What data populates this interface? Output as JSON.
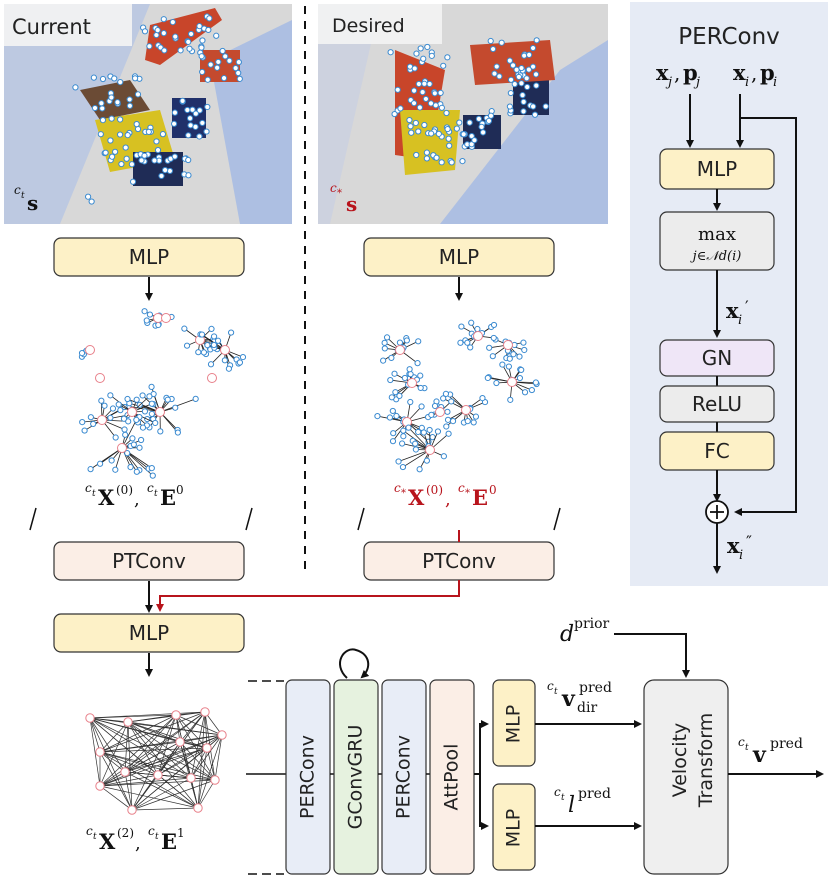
{
  "panels": {
    "current_label": "Current",
    "desired_label": "Desired",
    "current_state_base": "s",
    "current_state_sup": "c",
    "current_state_sub": "t",
    "desired_state_base": "s",
    "desired_state_sup": "c",
    "desired_state_sub": "*"
  },
  "blocks": {
    "mlp": "MLP",
    "ptconv": "PTConv",
    "perconv": "PERConv",
    "gconvgru": "GConvGRU",
    "attpool": "AttPool",
    "gn": "GN",
    "relu": "ReLU",
    "fc": "FC",
    "velocity_line1": "Velocity",
    "velocity_line2": "Transform",
    "max_top": "max",
    "max_bottom": "j∈𝒩d(i)"
  },
  "perconv_panel": {
    "title": "PERConv",
    "input_j": "xj, pj",
    "input_i": "xi, pi",
    "out_prime": "xi′",
    "out_dprime": "xi″"
  },
  "labels": {
    "current_graph": "ctX(0), ctE0",
    "desired_graph": "c*X(0), c*E0",
    "graph2": "ctX(2), ctE1",
    "d_prior": "dprior",
    "v_dir": "ctvdirpred",
    "l_pred": "ctlpred",
    "v_pred": "ctvpred"
  },
  "colors": {
    "mlp_fill": "#fdf1c7",
    "ptconv_fill": "#fbeee6",
    "perconv_fill": "#e8edf7",
    "gconvgru_fill": "#e6f2df",
    "gn_fill": "#efe6f7",
    "relu_fill": "#ececec",
    "velocity_fill": "#efefef",
    "panel_bg": "#e6ebf5",
    "accent_red": "#b8141c",
    "node_blue": "#3a8ad0",
    "node_red": "#e8808a"
  }
}
